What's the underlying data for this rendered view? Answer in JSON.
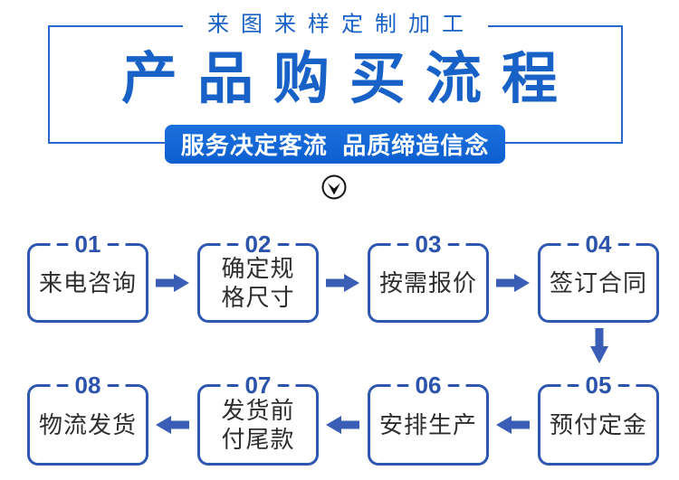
{
  "colors": {
    "primary_blue": "#1761c7",
    "frame_blue": "#2a67cc",
    "banner_top": "#1a70dd",
    "banner_bottom": "#0d5ecf",
    "box_border": "#2e57b0",
    "num_blue": "#2b53ac",
    "arrow_blue": "#3a5db6",
    "text_dark": "#2e2e2e",
    "icon_black": "#111111"
  },
  "header": {
    "tagline": "来图来样定制加工",
    "title": "产品购买流程",
    "banner": "服务决定客流  品质缔造信念",
    "chevron_icon": "chevron-down-circle"
  },
  "flow": {
    "steps": [
      {
        "num": "01",
        "lines": [
          "来电咨询"
        ]
      },
      {
        "num": "02",
        "lines": [
          "确定规",
          "格尺寸"
        ]
      },
      {
        "num": "03",
        "lines": [
          "按需报价"
        ]
      },
      {
        "num": "04",
        "lines": [
          "签订合同"
        ]
      },
      {
        "num": "05",
        "lines": [
          "预付定金"
        ]
      },
      {
        "num": "06",
        "lines": [
          "安排生产"
        ]
      },
      {
        "num": "07",
        "lines": [
          "发货前",
          "付尾款"
        ]
      },
      {
        "num": "08",
        "lines": [
          "物流发货"
        ]
      }
    ],
    "row1_order": [
      "01",
      "02",
      "03",
      "04"
    ],
    "row2_order": [
      "08",
      "07",
      "06",
      "05"
    ],
    "arrow_icons": [
      "arrow-right",
      "arrow-right",
      "arrow-right",
      "arrow-down",
      "arrow-left",
      "arrow-left",
      "arrow-left"
    ]
  }
}
